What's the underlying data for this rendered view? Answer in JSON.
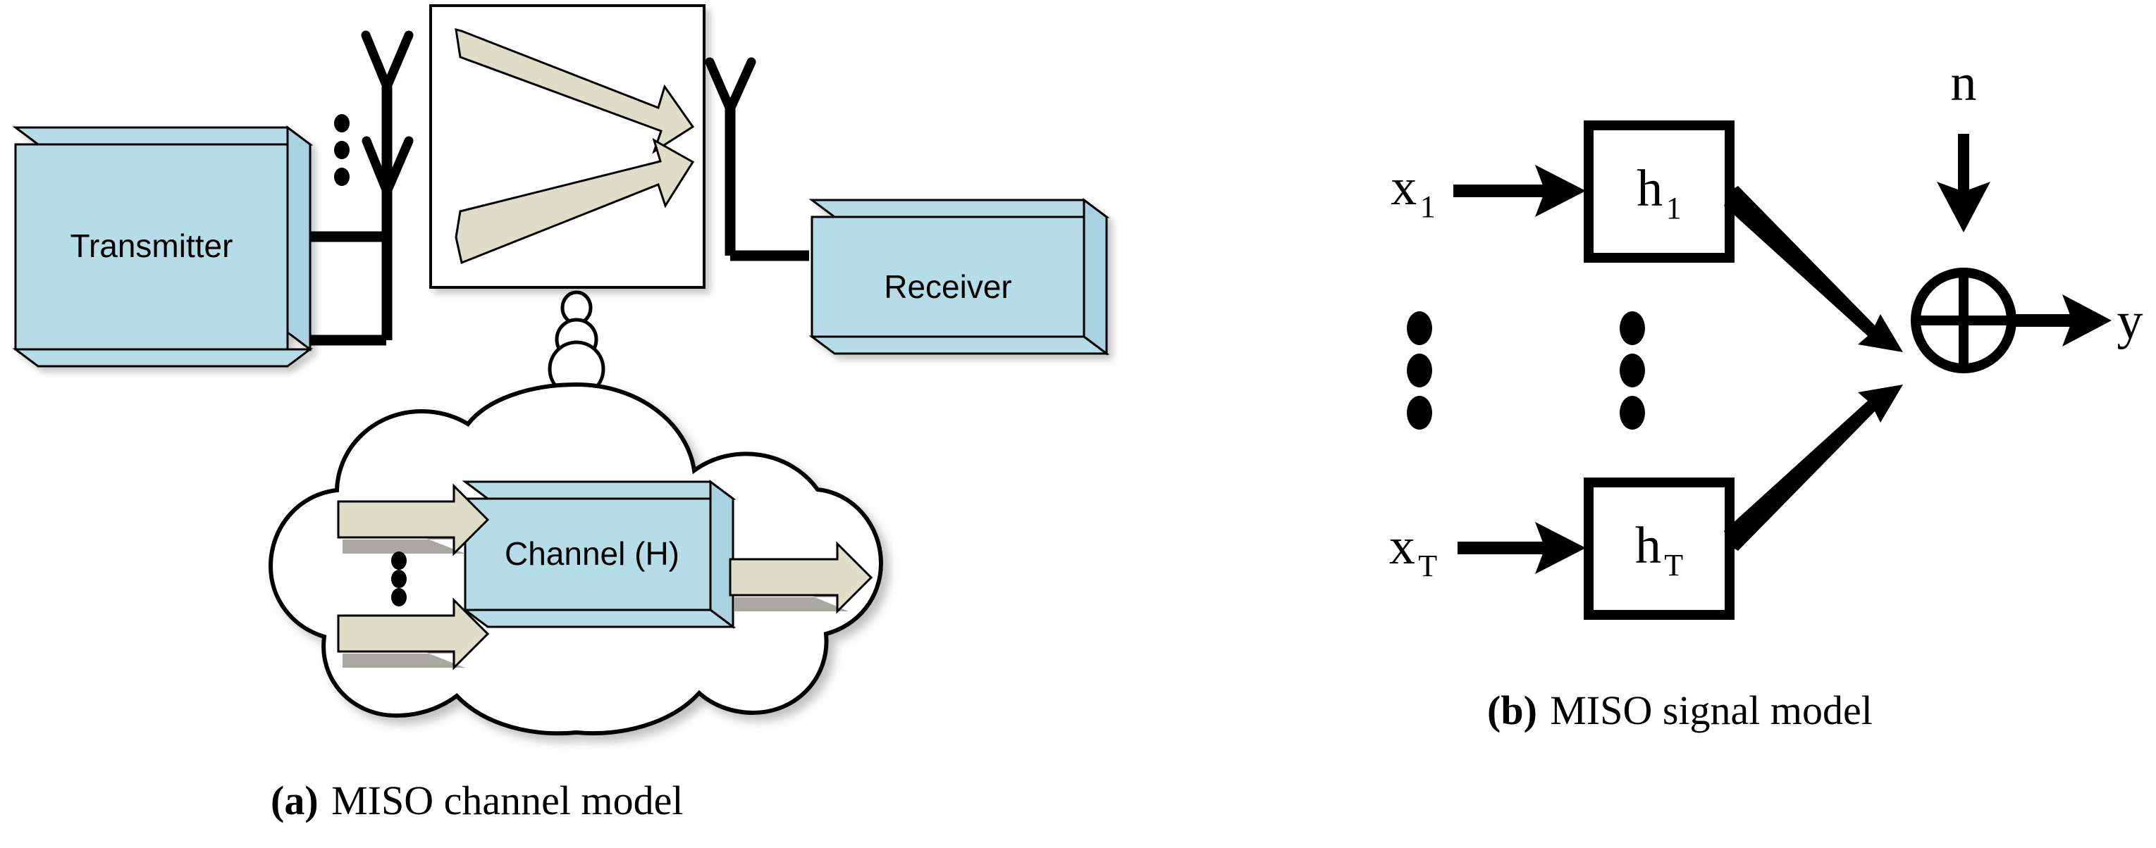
{
  "figure": {
    "title": "MISO channel model and MISO signal model",
    "background_color": "#ffffff"
  },
  "colors": {
    "box_fill": "#b6dce8",
    "box_side": "#a6cfdc",
    "box_stroke": "#000000",
    "arrow_fill": "#dedec8",
    "arrow_shadow": "#9a9a92",
    "arrow_stroke": "#000000",
    "line": "#000000",
    "shadow": "#b0b0b0"
  },
  "panel_a": {
    "caption_tag": "(a)",
    "caption_text": "MISO channel model",
    "transmitter": {
      "label": "Transmitter"
    },
    "receiver": {
      "label": "Receiver"
    },
    "channel": {
      "label": "Channel (H)"
    },
    "antennas": {
      "transmit_count_note": "2 drawn antennas with vertical ellipsis",
      "receive_count_note": "1 antenna",
      "ellipsis": "⋮"
    },
    "scatter_box": {
      "note": "white box with two reflected ray arrows",
      "ray_count": 2
    },
    "cloud": {
      "note": "thought-cloud enclosing the channel block with lobes and two small bubbles above",
      "bubble_count": 3
    },
    "channel_arrows": {
      "inputs": 2,
      "outputs": 1,
      "ellipsis": "⋮"
    }
  },
  "panel_b": {
    "caption_tag": "(b)",
    "caption_text": "MISO signal model",
    "inputs": [
      {
        "symbol": "x",
        "subscript": "1"
      },
      {
        "symbol": "x",
        "subscript": "T"
      }
    ],
    "channels": [
      {
        "symbol": "h",
        "subscript": "1"
      },
      {
        "symbol": "h",
        "subscript": "T"
      }
    ],
    "noise": {
      "symbol": "n"
    },
    "output": {
      "symbol": "y"
    },
    "adder": {
      "symbol": "⊕",
      "name": "summation"
    },
    "ellipsis": "⋮",
    "ellipsis_columns": 2
  }
}
